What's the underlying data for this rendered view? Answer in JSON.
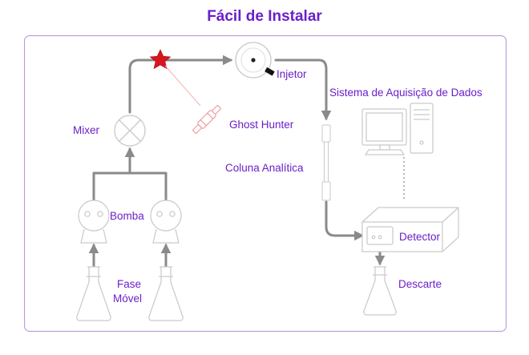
{
  "title": "Fácil de Instalar",
  "labels": {
    "mixer": "Mixer",
    "injector": "Injetor",
    "daq": "Sistema de Aquisição de Dados",
    "ghost_hunter": "Ghost Hunter",
    "column": "Coluna Analítica",
    "pump": "Bomba",
    "detector": "Detector",
    "mobile_phase_line1": "Fase",
    "mobile_phase_line2": "Móvel",
    "waste": "Descarte"
  },
  "colors": {
    "accent_text": "#6a1fc9",
    "frame": "#b99adc",
    "flow_arrow": "#8a8a8a",
    "outline": "#d2d2d2",
    "star": "#d8141e",
    "ghost_hunter": "#f2a1a1"
  }
}
